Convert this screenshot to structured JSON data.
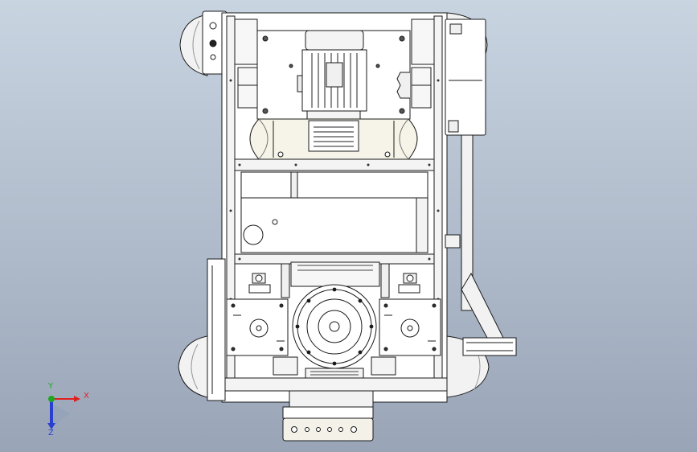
{
  "viewport": {
    "background_top": "#c9d4e1",
    "background_bottom": "#99a5b7",
    "part_fill": "#ffffff",
    "part_shade": "#e8e8e8",
    "edge_color": "#1a1a1a"
  },
  "triad": {
    "x_label": "X",
    "y_label": "Y",
    "z_label": "Z",
    "x_color": "#e02020",
    "y_color": "#1fa81f",
    "z_color": "#2a3fd0"
  }
}
